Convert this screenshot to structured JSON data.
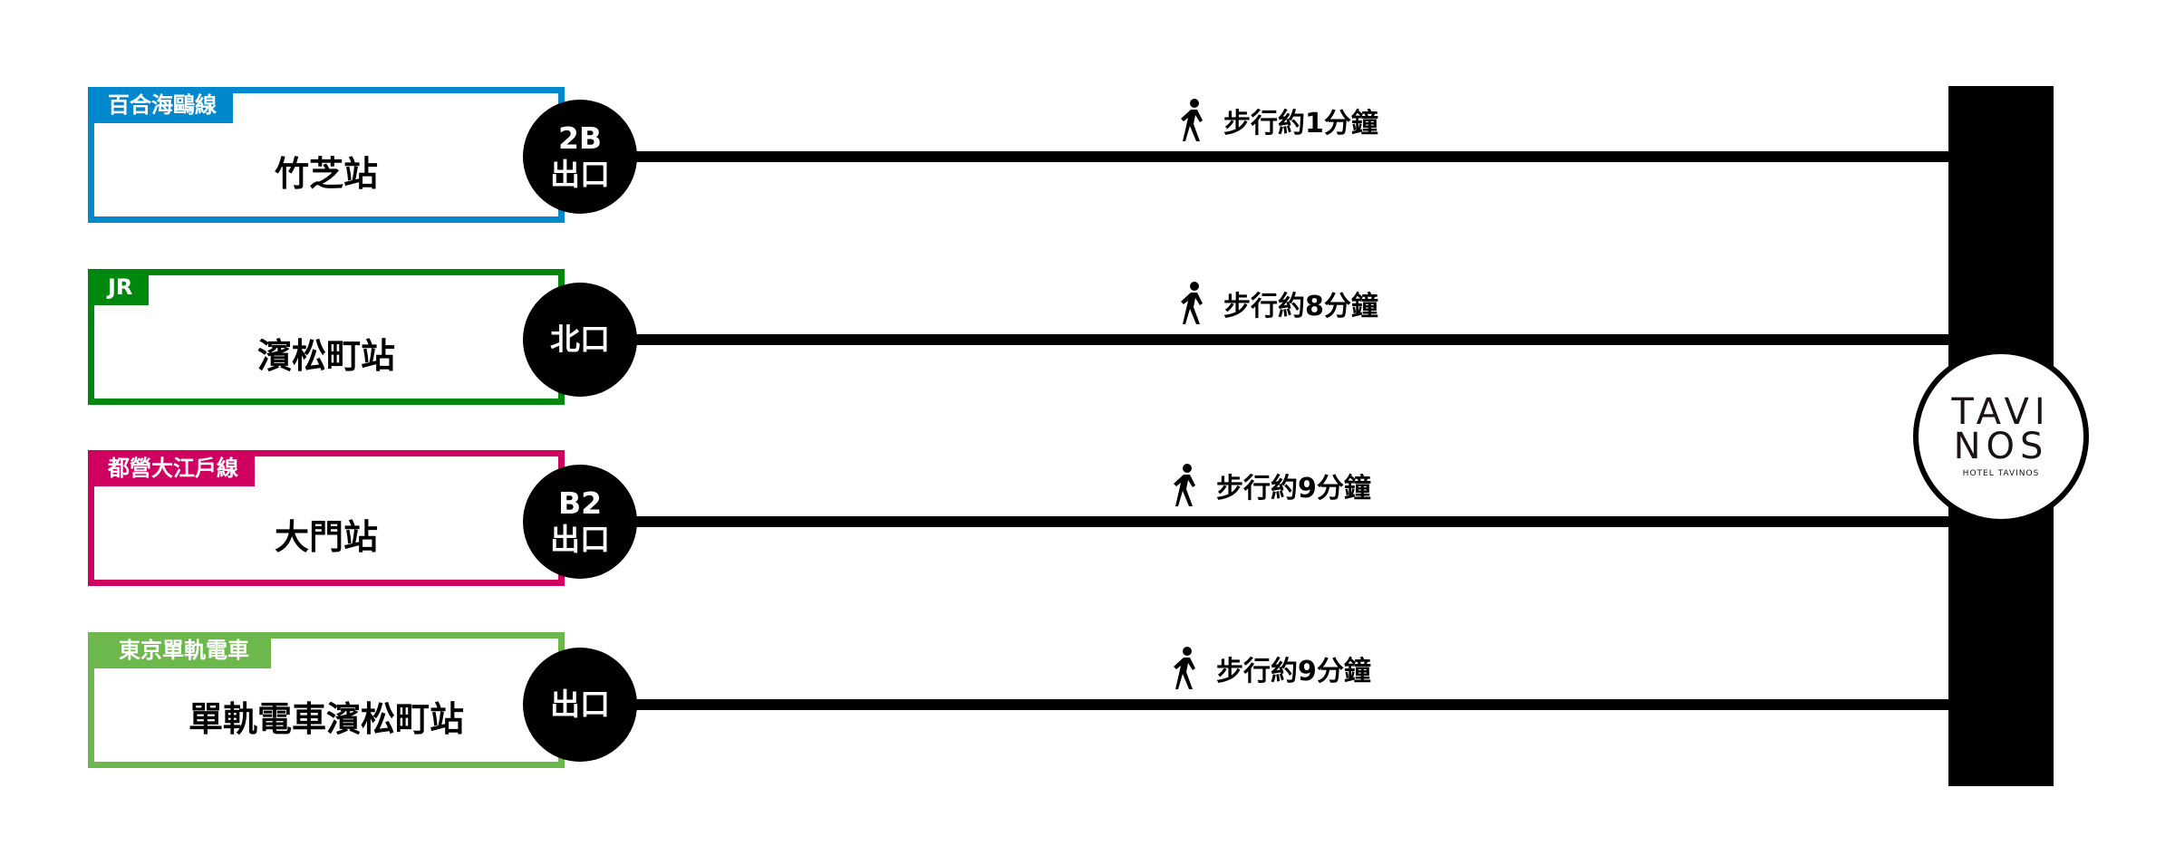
{
  "stations": [
    {
      "line": "百合海鷗線",
      "name": "竹芝站",
      "exit": [
        "2B",
        "出口"
      ],
      "walk": "步行約1分鐘",
      "color": "#0088CF"
    },
    {
      "line": "JR",
      "name": "濱松町站",
      "exit": [
        "北口"
      ],
      "walk": "步行約8分鐘",
      "color": "#00870E"
    },
    {
      "line": "都營大江戶線",
      "name": "大門站",
      "exit": [
        "B2",
        "出口"
      ],
      "walk": "步行約9分鐘",
      "color": "#CF0060"
    },
    {
      "line": "東京單軌電車",
      "name": "單軌電車濱松町站",
      "exit": [
        "出口"
      ],
      "walk": "步行約9分鐘",
      "color": "#6CB84D"
    }
  ],
  "hotel": {
    "logo": [
      "TAVI",
      "NOS"
    ],
    "name": "HOTEL TAVINOS"
  },
  "icons": {
    "walk": "pedestrian-icon"
  }
}
